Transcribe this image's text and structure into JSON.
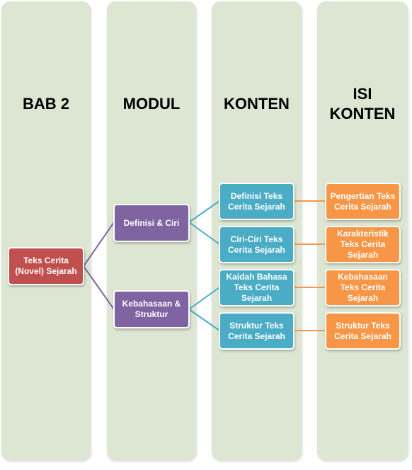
{
  "columns": [
    {
      "title": "BAB 2"
    },
    {
      "title": "MODUL"
    },
    {
      "title": "KONTEN"
    },
    {
      "title": "ISI\nKONTEN"
    }
  ],
  "nodes": {
    "root": "Teks Cerita\n(Novel)  Sejarah",
    "modul_1": "Definisi & Ciri",
    "modul_2": "Kebahasaan &\nStruktur",
    "konten_1": "Definisi Teks\nCerita Sejarah",
    "konten_2": "Ciri-Ciri Teks\nCerita Sejarah",
    "konten_3": "Kaidah Bahasa\nTeks Cerita\nSejarah",
    "konten_4": "Struktur Teks\nCerita Sejarah",
    "isi_1": "Pengertian Teks\nCerita Sejarah",
    "isi_2": "Karakteristik\nTeks Cerita\nSejarah",
    "isi_3": "Kebahasaan\nTeks Cerita\nSejarah",
    "isi_4": "Struktur Teks\nCerita Sejarah"
  },
  "colors": {
    "column_bg": "#dce6d2",
    "root": "#c0504d",
    "modul": "#8064a2",
    "konten": "#4bacc6",
    "isi": "#f79646"
  }
}
